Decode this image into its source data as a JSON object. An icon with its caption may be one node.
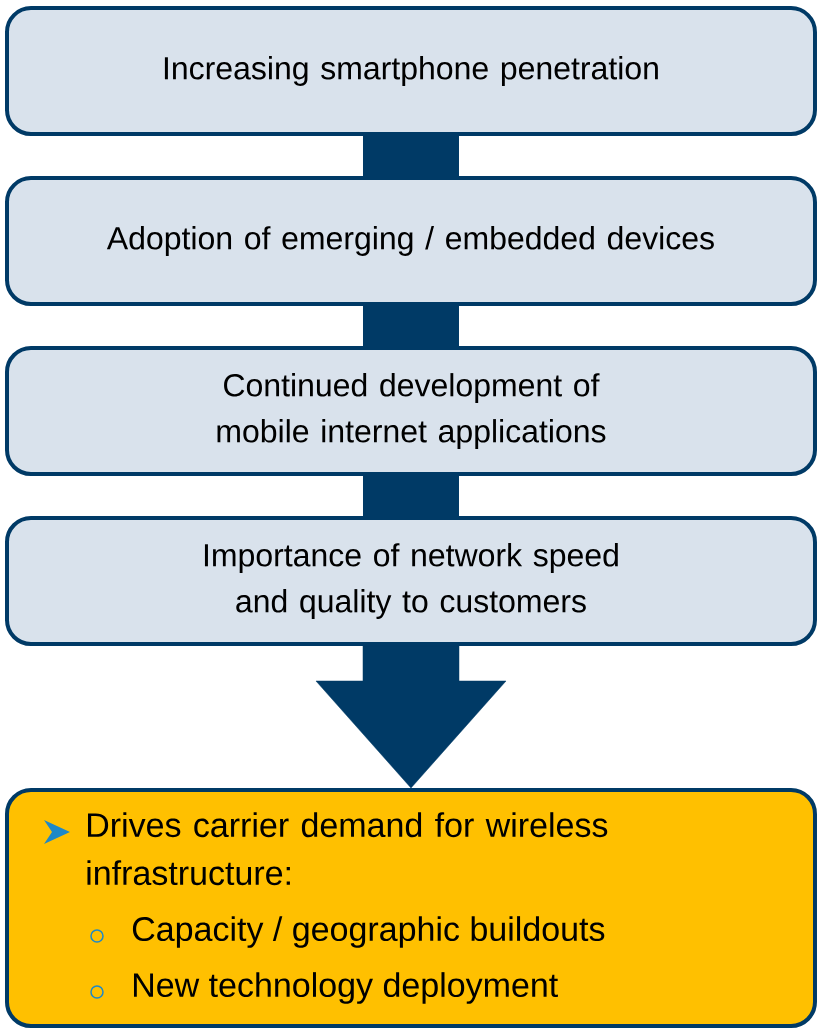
{
  "diagram": {
    "nodes": [
      {
        "text": [
          "Increasing smartphone penetration"
        ]
      },
      {
        "text": [
          "Adoption of emerging  / embedded devices"
        ]
      },
      {
        "text": [
          "Continued development of mobile internet applications"
        ]
      },
      {
        "text": [
          "Importance of network speed and quality to customers"
        ]
      },
      {
        "text": [
          "Drives carrier demand for wireless infrastructure:",
          "Capacity / geographic buildouts",
          "New technology deployment"
        ]
      }
    ],
    "edges": [
      {
        "from": 0,
        "to": 1,
        "arrow": "none"
      },
      {
        "from": 1,
        "to": 2,
        "arrow": "none"
      },
      {
        "from": 2,
        "to": 3,
        "arrow": "none"
      },
      {
        "from": 3,
        "to": 4,
        "arrow": "to"
      }
    ]
  }
}
